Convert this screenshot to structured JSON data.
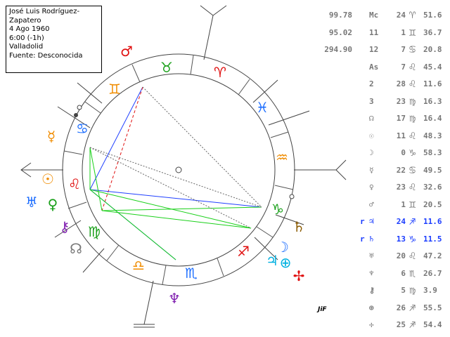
{
  "info": {
    "lines": [
      "José Luis Rodríguez-",
      "Zapatero",
      "4 Ago 1960",
      "6:00 (-1h)",
      "Valladolid",
      "Fuente: Desconocida"
    ]
  },
  "table": [
    {
      "left": "99.78",
      "label": "Mc",
      "deg": "24",
      "sign": "♈",
      "min": "51.6"
    },
    {
      "left": "95.02",
      "label": "11",
      "deg": "1",
      "sign": "♊",
      "min": "36.7"
    },
    {
      "left": "294.90",
      "label": "12",
      "deg": "7",
      "sign": "♋",
      "min": "20.8"
    },
    {
      "left": "",
      "label": "As",
      "deg": "7",
      "sign": "♌",
      "min": "45.4"
    },
    {
      "left": "",
      "label": "2",
      "deg": "28",
      "sign": "♌",
      "min": "11.6"
    },
    {
      "left": "",
      "label": "3",
      "deg": "23",
      "sign": "♍",
      "min": "16.3"
    },
    {
      "left": "",
      "label": "☊",
      "deg": "17",
      "sign": "♍",
      "min": "16.4"
    },
    {
      "left": "",
      "label": "☉",
      "deg": "11",
      "sign": "♌",
      "min": "48.3"
    },
    {
      "left": "",
      "label": "☽",
      "deg": "0",
      "sign": "♑",
      "min": "58.3"
    },
    {
      "left": "",
      "label": "☿",
      "deg": "22",
      "sign": "♋",
      "min": "49.5"
    },
    {
      "left": "",
      "label": "♀",
      "deg": "23",
      "sign": "♌",
      "min": "32.6"
    },
    {
      "left": "",
      "label": "♂",
      "deg": "1",
      "sign": "♊",
      "min": "20.5"
    },
    {
      "left": "",
      "retro": "r",
      "label": "♃",
      "deg": "24",
      "sign": "♐",
      "min": "11.6"
    },
    {
      "left": "",
      "retro": "r",
      "label": "♄",
      "deg": "13",
      "sign": "♑",
      "min": "11.5"
    },
    {
      "left": "",
      "label": "♅",
      "deg": "20",
      "sign": "♌",
      "min": "47.2"
    },
    {
      "left": "",
      "label": "♆",
      "deg": "6",
      "sign": "♏",
      "min": "26.7"
    },
    {
      "left": "",
      "label": "⚷",
      "deg": "5",
      "sign": "♍",
      "min": "3.9"
    },
    {
      "left": "",
      "label": "⊕",
      "deg": "26",
      "sign": "♐",
      "min": "55.5"
    },
    {
      "left": "",
      "label": "✢",
      "deg": "25",
      "sign": "♐",
      "min": "54.4"
    }
  ],
  "signs": [
    {
      "g": "♉",
      "c": "#1aa01a"
    },
    {
      "g": "♈",
      "c": "#e01010"
    },
    {
      "g": "♓",
      "c": "#1a6cff"
    },
    {
      "g": "♒",
      "c": "#f08c00"
    },
    {
      "g": "♑",
      "c": "#1aa01a"
    },
    {
      "g": "♐",
      "c": "#e01010"
    },
    {
      "g": "♏",
      "c": "#1a6cff"
    },
    {
      "g": "♎",
      "c": "#f08c00"
    },
    {
      "g": "♍",
      "c": "#1aa01a"
    },
    {
      "g": "♌",
      "c": "#e01010"
    },
    {
      "g": "♋",
      "c": "#1a6cff"
    },
    {
      "g": "♊",
      "c": "#f08c00"
    }
  ],
  "planets": [
    {
      "name": "mars",
      "g": "♂",
      "c": "#e01010"
    },
    {
      "name": "mercury",
      "g": "☿",
      "c": "#f08c00"
    },
    {
      "name": "sun",
      "g": "☉",
      "c": "#f08c00"
    },
    {
      "name": "uranus",
      "g": "♅",
      "c": "#1a6cff"
    },
    {
      "name": "venus",
      "g": "♀",
      "c": "#1aa01a"
    },
    {
      "name": "chiron",
      "g": "⚷",
      "c": "#8020b0"
    },
    {
      "name": "node",
      "g": "☊",
      "c": "#777"
    },
    {
      "name": "neptune",
      "g": "♆",
      "c": "#8020b0"
    },
    {
      "name": "saturn",
      "g": "♄",
      "c": "#8b5a00"
    },
    {
      "name": "moon",
      "g": "☽",
      "c": "#1a6cff"
    },
    {
      "name": "jupiter",
      "g": "♃",
      "c": "#00b0e0"
    },
    {
      "name": "fortune",
      "g": "⊕",
      "c": "#00b0e0"
    },
    {
      "name": "vertex",
      "g": "✢",
      "c": "#e01010"
    }
  ],
  "signature": "JiF"
}
